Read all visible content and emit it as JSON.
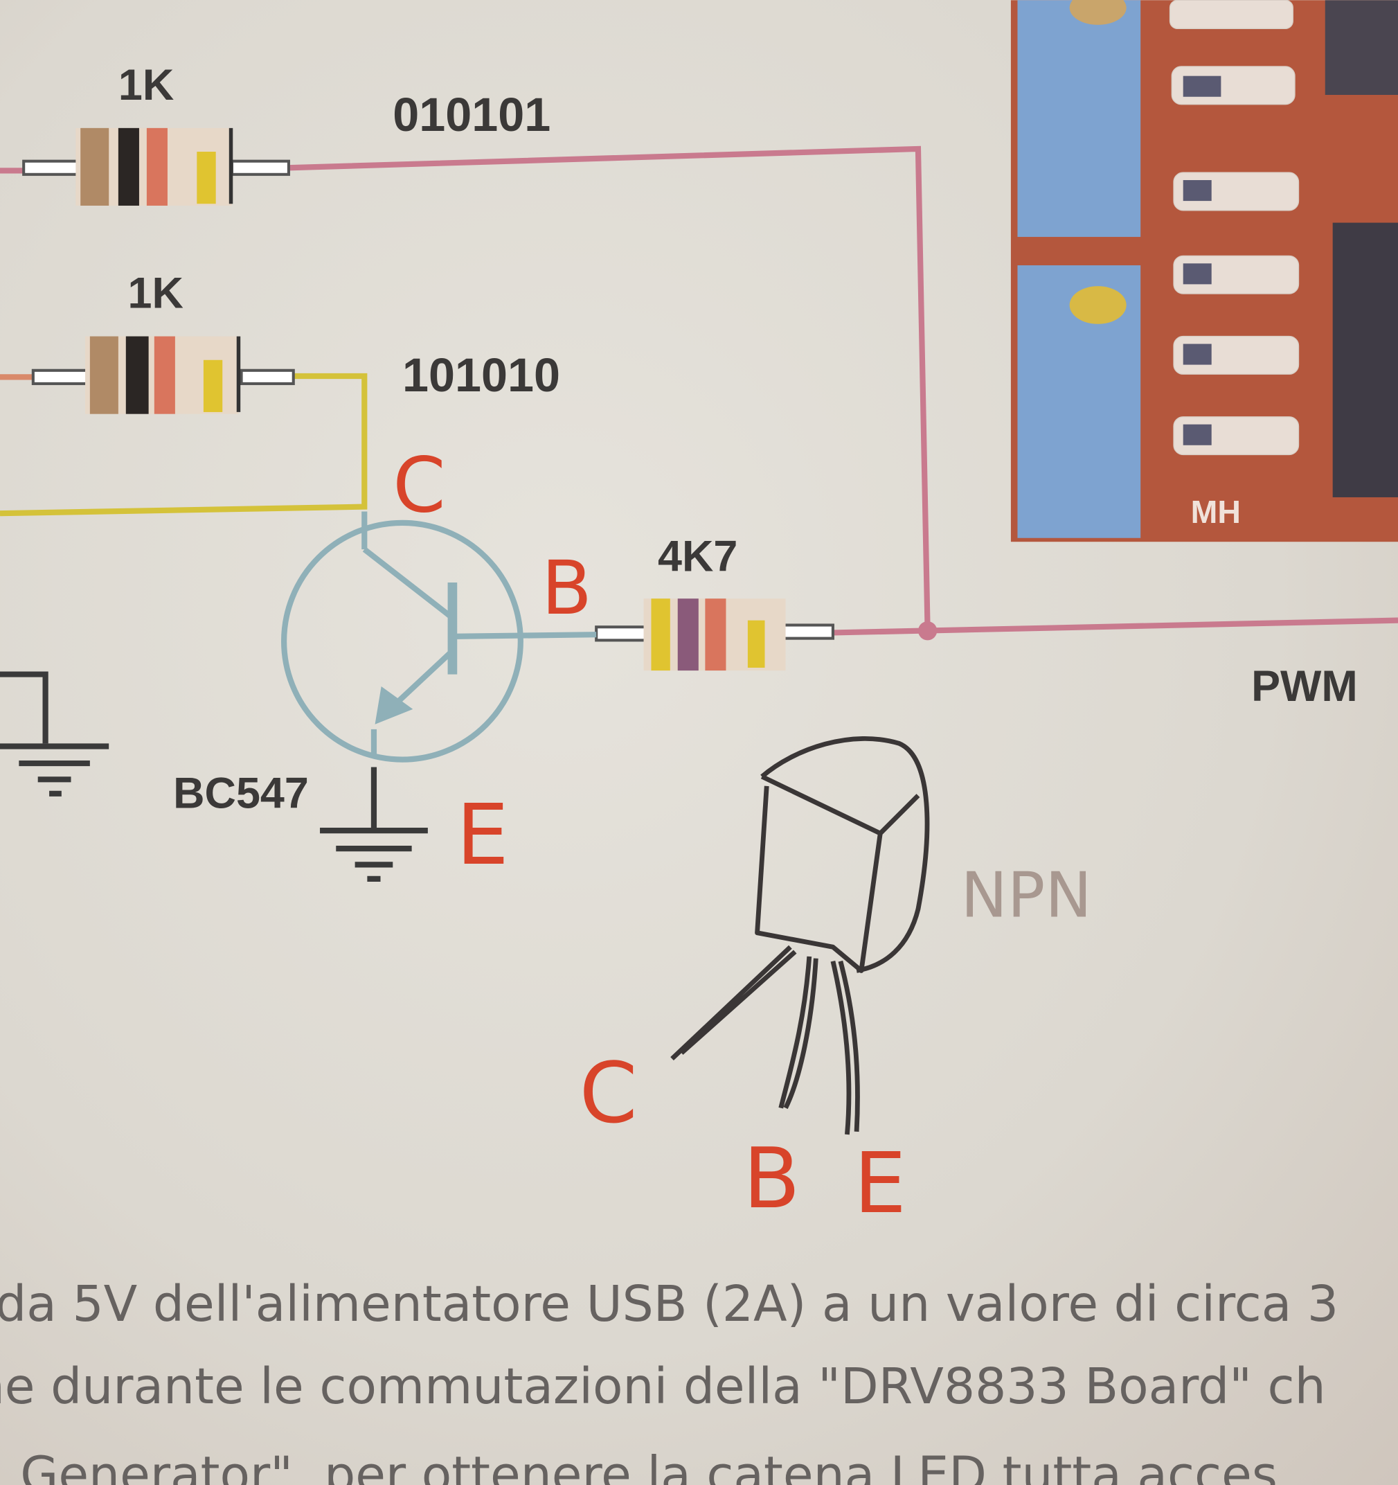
{
  "schematic": {
    "resistor_top": {
      "value": "1K",
      "signal": "010101"
    },
    "resistor_middle": {
      "value": "1K",
      "signal": "101010"
    },
    "resistor_base": {
      "value": "4K7"
    },
    "transistor": {
      "model": "BC547",
      "pins": {
        "collector": "C",
        "base": "B",
        "emitter": "E"
      }
    },
    "pwm_label": "PWM",
    "board_label": "MH"
  },
  "handwritten": {
    "schematic_pins": {
      "c": "C",
      "b": "B",
      "e": "E"
    },
    "package_pins": {
      "c": "C",
      "b": "B",
      "e": "E"
    },
    "type": "NPN"
  },
  "text_lines": [
    "da 5V dell'alimentatore USB (2A) a un valore di circa 3",
    "ne durante le commutazioni della \"DRV8833 Board\" ch",
    "M Generator\", per ottenere la catena LED tutta acces"
  ],
  "colors": {
    "pink_wire": "#c97a8e",
    "yellow_wire": "#d4c23a",
    "transistor": "#8fb0b8",
    "handwriting": "#d8442a",
    "board_red": "#b4573d",
    "board_blue": "#7ea3d0"
  }
}
